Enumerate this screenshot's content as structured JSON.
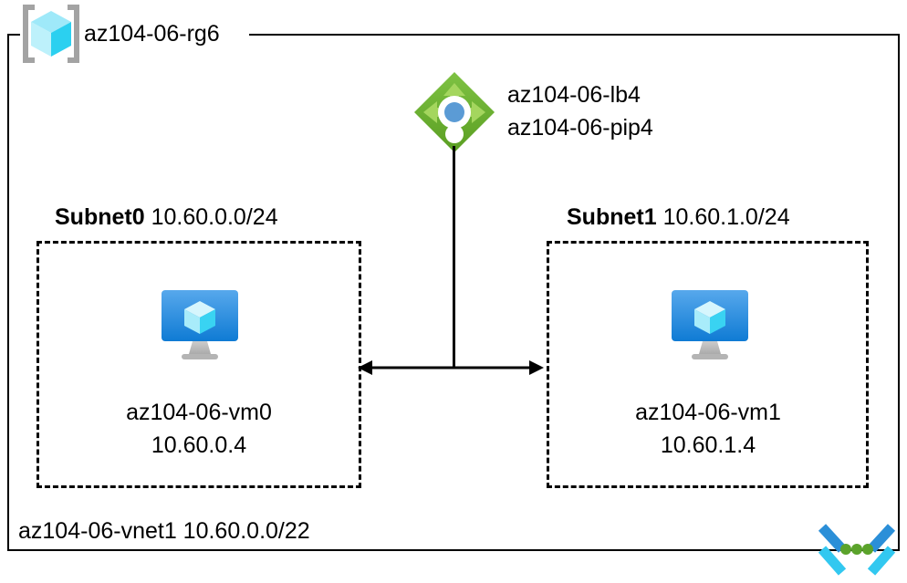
{
  "diagram": {
    "resource_group": {
      "icon": "resource-group-cube-icon",
      "label": "az104-06-rg6"
    },
    "load_balancer": {
      "icon": "load-balancer-icon",
      "labels": [
        "az104-06-lb4",
        "az104-06-pip4"
      ]
    },
    "subnets": [
      {
        "name": "Subnet0",
        "cidr": "10.60.0.0/24",
        "vm": {
          "icon": "virtual-machine-icon",
          "name": "az104-06-vm0",
          "ip": "10.60.0.4"
        }
      },
      {
        "name": "Subnet1",
        "cidr": "10.60.1.0/24",
        "vm": {
          "icon": "virtual-machine-icon",
          "name": "az104-06-vm1",
          "ip": "10.60.1.4"
        }
      }
    ],
    "vnet": {
      "icon": "virtual-network-icon",
      "label": "az104-06-vnet1 10.60.0.0/22"
    },
    "connector": {
      "name": "subnet-to-subnet-link",
      "style": "double-headed-arrow"
    },
    "colors": {
      "line": "#000000",
      "lb_diamond_dark": "#5a9e22",
      "lb_diamond_light": "#7ec243",
      "lb_arrow": "#a4d65e",
      "lb_center_blue": "#5b9bd5",
      "vm_screen_top": "#57a8ec",
      "vm_screen_bottom": "#0f7bd4",
      "vm_stand": "#b4b4b4",
      "cube_light": "#c3f0fb",
      "cube_mid": "#6fe0f7",
      "cube_dark": "#2bd0f0",
      "rg_bracket": "#a3a3a3",
      "vnet_blue": "#2b8fd8",
      "vnet_cyan": "#32c8f0",
      "vnet_green": "#5ba32b"
    }
  }
}
